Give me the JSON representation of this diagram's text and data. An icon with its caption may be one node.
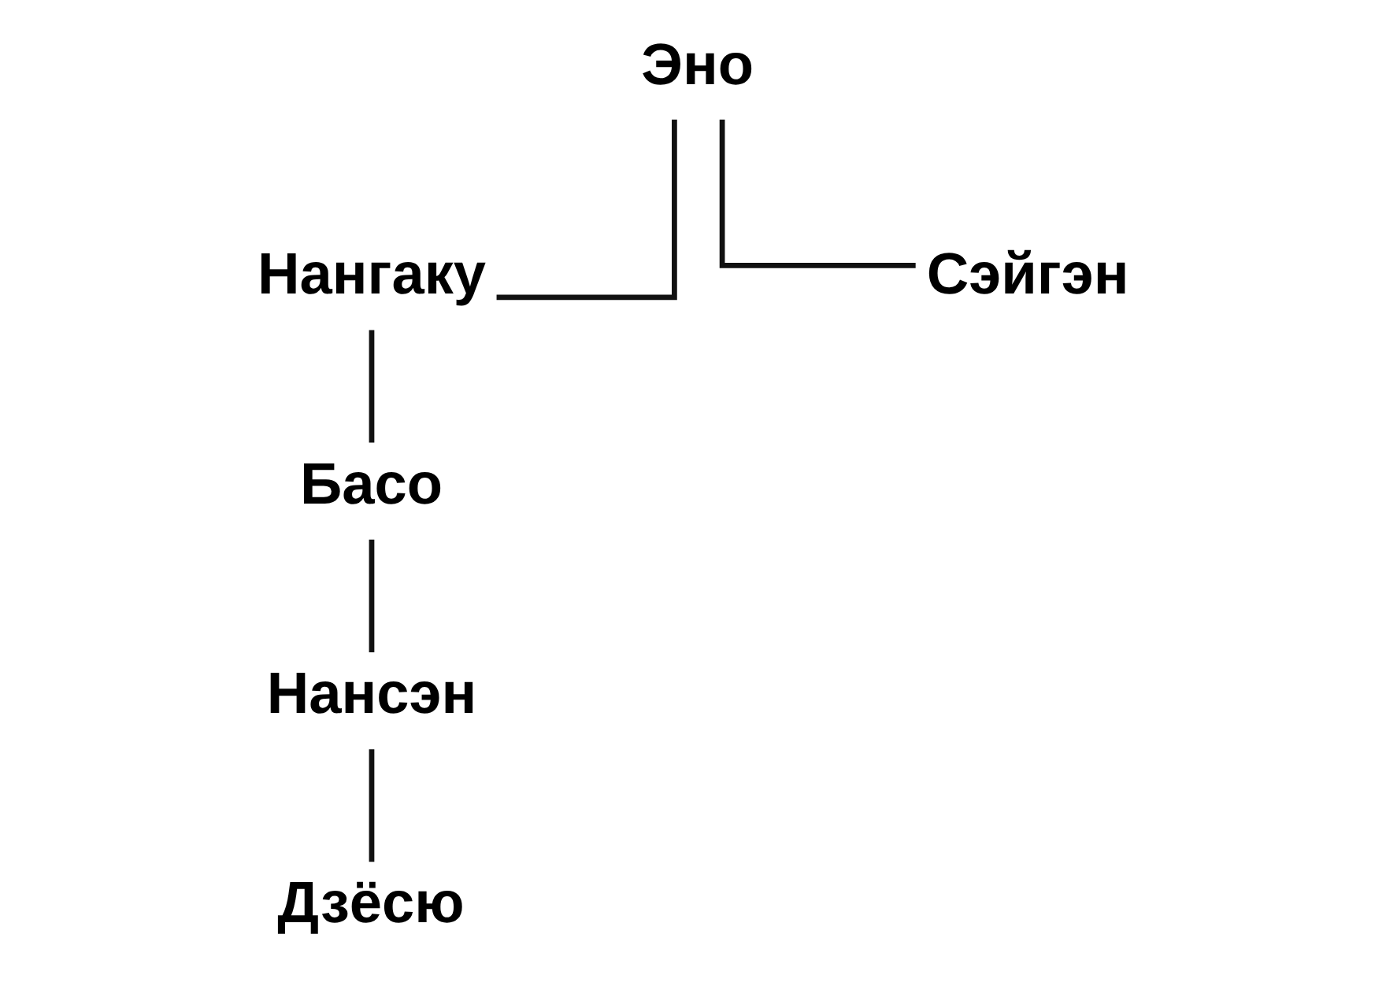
{
  "diagram": {
    "nodes": [
      {
        "text": [
          "Эно"
        ]
      },
      {
        "text": [
          "Нангаку"
        ]
      },
      {
        "text": [
          "Сэйгэн"
        ]
      },
      {
        "text": [
          "Басо"
        ]
      },
      {
        "text": [
          "Нансэн"
        ]
      },
      {
        "text": [
          "Дзёсю"
        ]
      }
    ],
    "edges": [
      {
        "from": 0,
        "to": 1,
        "arrow": "none"
      },
      {
        "from": 0,
        "to": 2,
        "arrow": "none"
      },
      {
        "from": 1,
        "to": 3,
        "arrow": "none"
      },
      {
        "from": 3,
        "to": 4,
        "arrow": "none"
      },
      {
        "from": 4,
        "to": 5,
        "arrow": "none"
      }
    ]
  }
}
